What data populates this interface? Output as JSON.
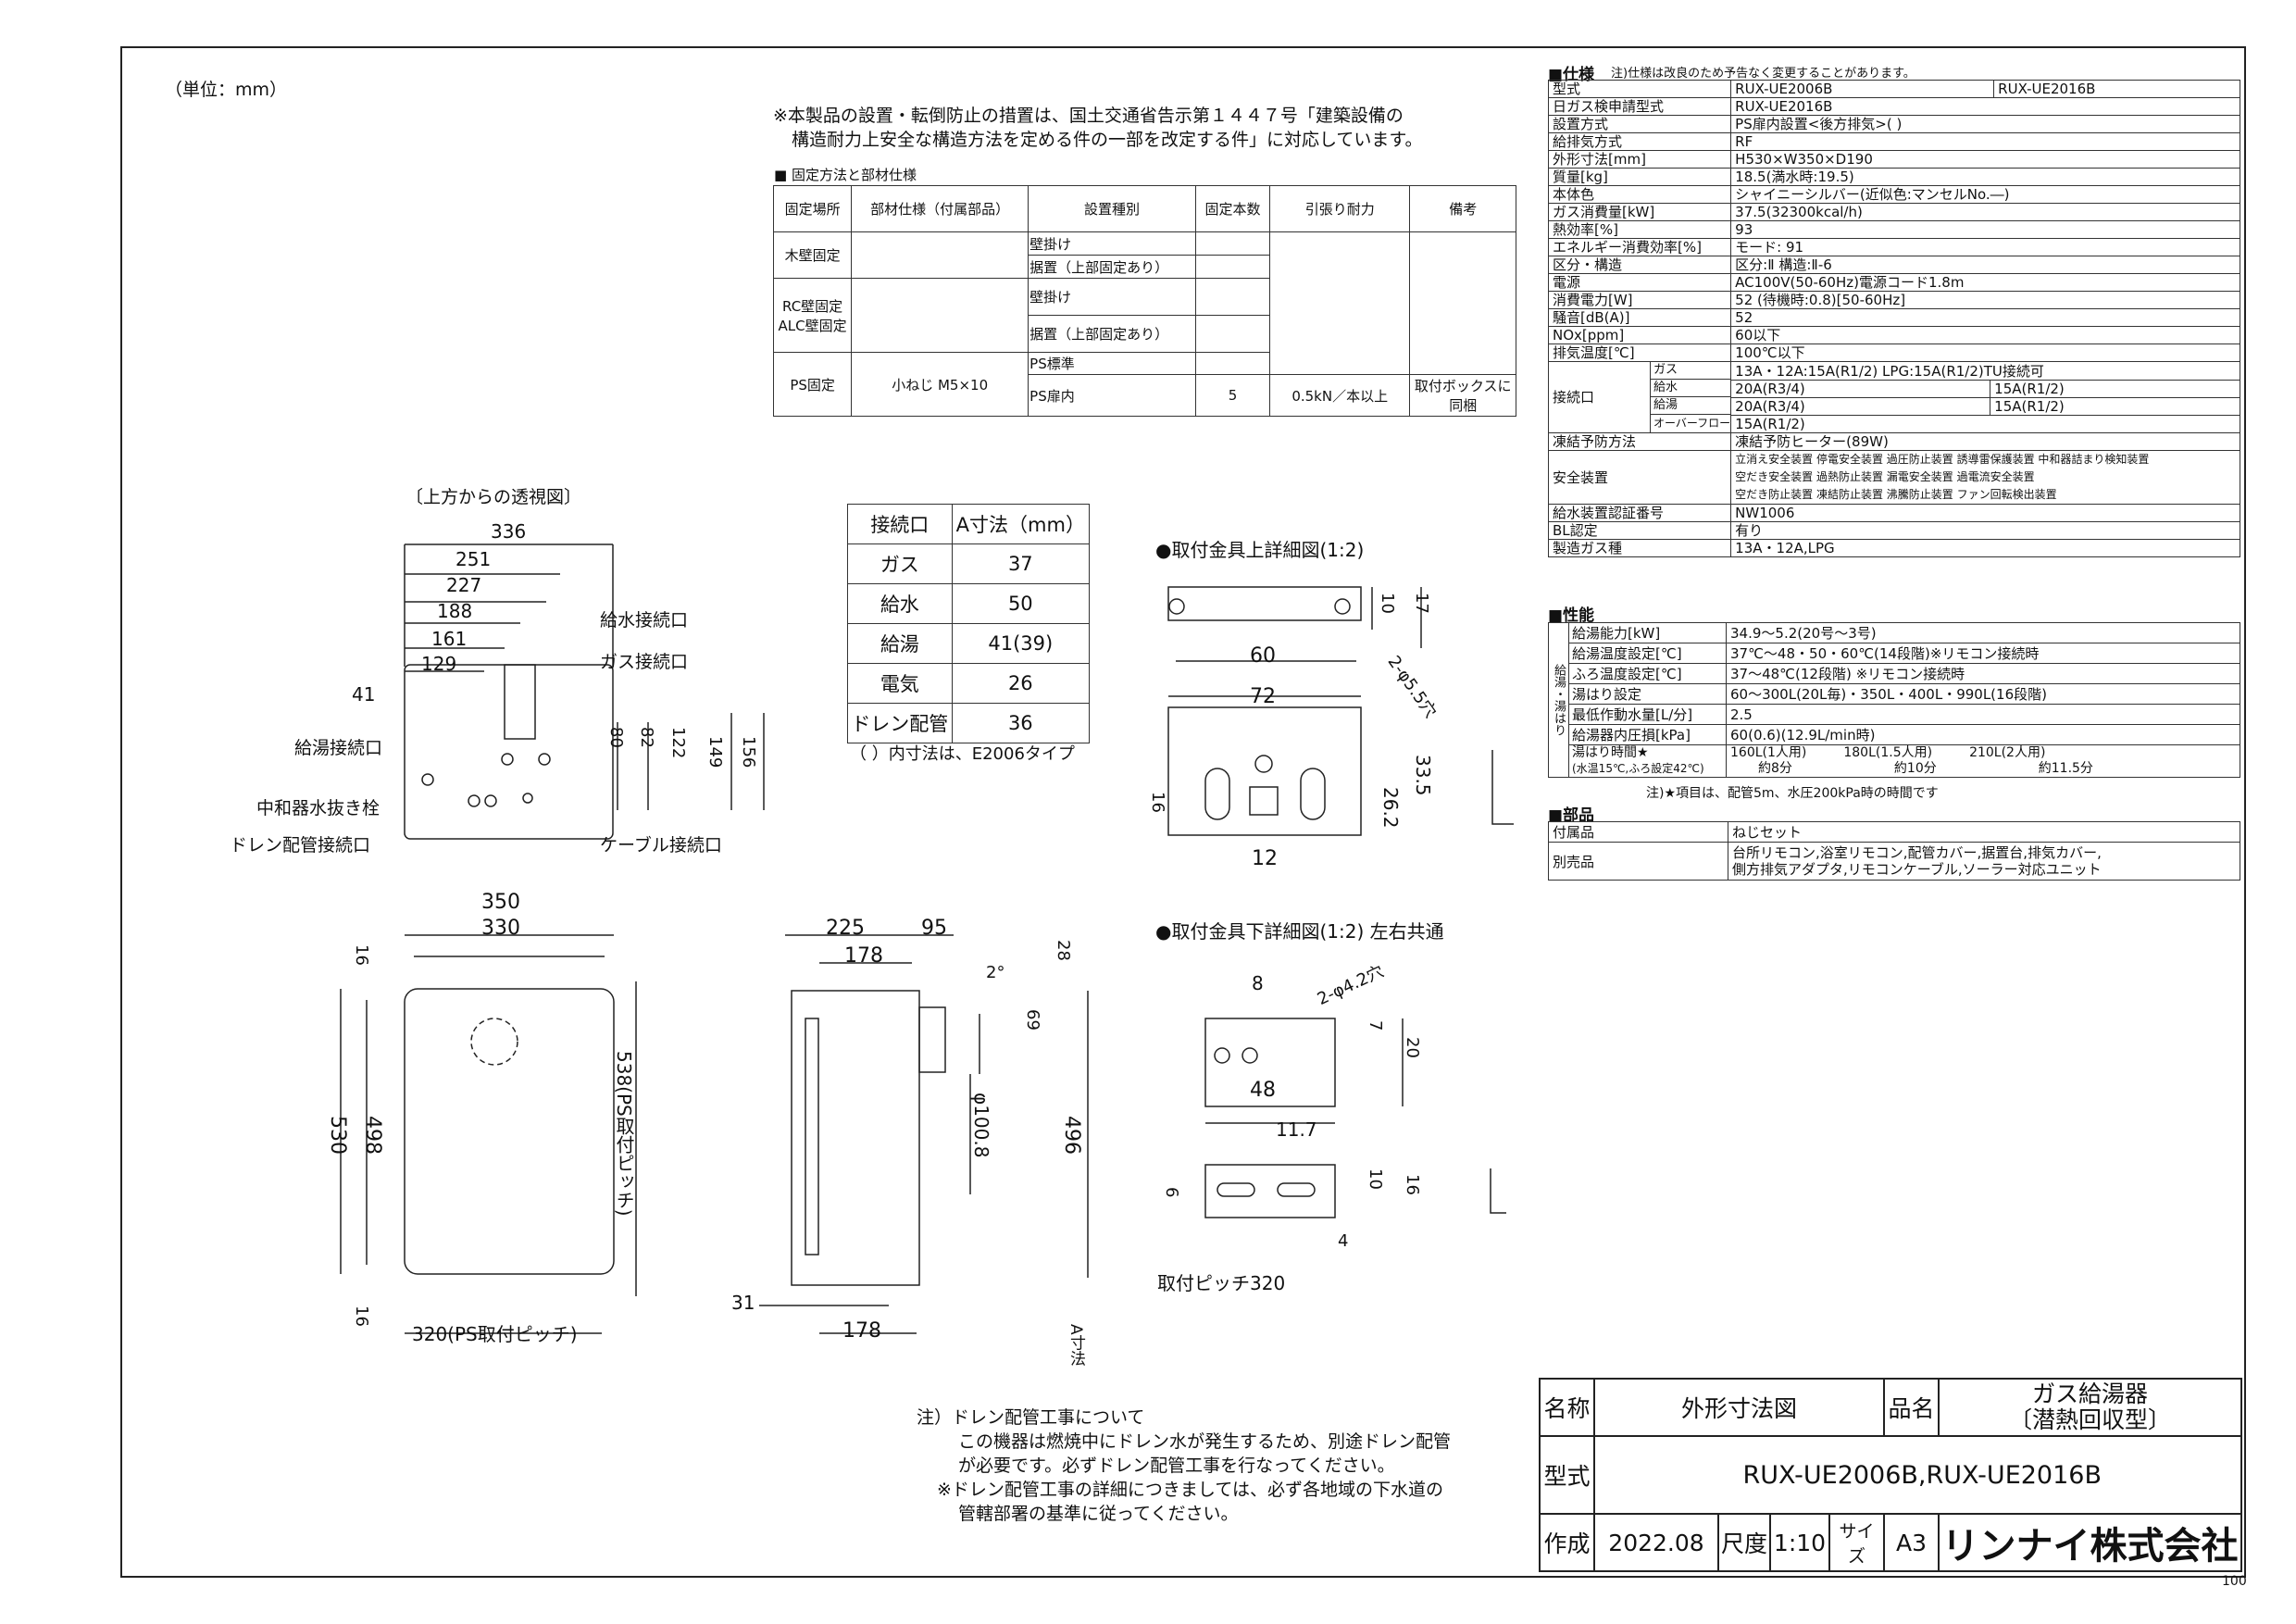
{
  "unit_note": "（単位：mm）",
  "install_note": "※本製品の設置・転倒防止の措置は、国土交通省告示第１４４７号「建築設備の構造耐力上安全な構造方法を定める件の一部を改定する件」に対応しています。",
  "install_note_lines": [
    "※本製品の設置・転倒防止の措置は、国土交通省告示第１４４７号「建築設備の",
    "構造耐力上安全な構造方法を定める件の一部を改定する件」に対応しています。"
  ],
  "fix_table": {
    "caption": "■ 固定方法と部材仕様",
    "headers": [
      "固定場所",
      "部材仕様（付属部品）",
      "設置種別",
      "固定本数",
      "引張り耐力",
      "備考"
    ],
    "rows": [
      {
        "place": "木壁固定",
        "types": [
          "壁掛け",
          "据置（上部固定あり）"
        ]
      },
      {
        "place": "RC壁固定 ALC壁固定",
        "types": [
          "壁掛け",
          "据置（上部固定あり）"
        ]
      },
      {
        "place": "PS固定",
        "material": "小ねじ M5×10",
        "types": [
          "PS標準",
          "PS扉内"
        ],
        "count": "5",
        "strength": "0.5kN／本以上",
        "note": "取付ボックスに同梱"
      }
    ]
  },
  "spec": {
    "title": "■仕様",
    "note": "注)仕様は改良のため予告なく変更することがあります。",
    "rows": [
      [
        "型式",
        "RUX-UE2006B",
        "RUX-UE2016B"
      ],
      [
        "日ガス検申請型式",
        "RUX-UE2016B"
      ],
      [
        "設置方式",
        "PS扉内設置<後方排気>( )"
      ],
      [
        "給排気方式",
        "RF"
      ],
      [
        "外形寸法[mm]",
        "H530×W350×D190"
      ],
      [
        "質量[kg]",
        "18.5(満水時:19.5)"
      ],
      [
        "本体色",
        "シャイニーシルバー(近似色:マンセルNo.―)"
      ],
      [
        "ガス消費量[kW]",
        "37.5(32300kcal/h)"
      ],
      [
        "熱効率[%]",
        "93"
      ],
      [
        "エネルギー消費効率[%]",
        "モード: 91"
      ],
      [
        "区分・構造",
        "区分:Ⅱ 構造:Ⅱ-6"
      ],
      [
        "電源",
        "AC100V(50-60Hz)電源コード1.8m"
      ],
      [
        "消費電力[W]",
        "52 (待機時:0.8)[50-60Hz]"
      ],
      [
        "騒音[dB(A)]",
        "52"
      ],
      [
        "NOx[ppm]",
        "60以下"
      ],
      [
        "排気温度[℃]",
        "100℃以下"
      ]
    ],
    "connect_label": "接続口",
    "connect": [
      [
        "ガス",
        "13A・12A:15A(R1/2) LPG:15A(R1/2)TU接続可"
      ],
      [
        "給水",
        "20A(R3/4)",
        "15A(R1/2)"
      ],
      [
        "給湯",
        "20A(R3/4)",
        "15A(R1/2)"
      ],
      [
        "オーバーフロー",
        "15A(R1/2)"
      ]
    ],
    "rows2": [
      [
        "凍結予防方法",
        "凍結予防ヒーター(89W)"
      ]
    ],
    "safety_label": "安全装置",
    "safety_lines": [
      "立消え安全装置 停電安全装置 過圧防止装置 誘導雷保護装置   中和器詰まり検知装置",
      "空だき安全装置 過熱防止装置 漏電安全装置 過電流安全装置",
      "空だき防止装置 凍結防止装置 沸騰防止装置 ファン回転検出装置"
    ],
    "rows3": [
      [
        "給水装置認証番号",
        "NW1006"
      ],
      [
        "BL認定",
        "有り"
      ],
      [
        "製造ガス種",
        "13A・12A,LPG"
      ]
    ]
  },
  "perf": {
    "title": "■性能",
    "side": "給湯・湯はり",
    "rows": [
      [
        "給湯能力[kW]",
        "34.9～5.2(20号～3号)"
      ],
      [
        "給湯温度設定[℃]",
        "37℃～48・50・60℃(14段階)※リモコン接続時"
      ],
      [
        "ふろ温度設定[℃]",
        "37～48℃(12段階)  ※リモコン接続時"
      ],
      [
        "湯はり設定",
        "60～300L(20L毎)・350L・400L・990L(16段階)"
      ],
      [
        "最低作動水量[L/分]",
        "2.5"
      ],
      [
        "給湯器内圧損[kPa]",
        "60(0.6)(12.9L/min時)"
      ]
    ],
    "time_label": "湯はり時間★",
    "time_sub": "(水温15℃,ふろ設定42℃)",
    "times": [
      [
        "160L(1人用)",
        "約8分"
      ],
      [
        "180L(1.5人用)",
        "約10分"
      ],
      [
        "210L(2人用)",
        "約11.5分"
      ]
    ],
    "footnote": "注)★項目は、配管5m、水圧200kPa時の時間です"
  },
  "parts": {
    "title": "■部品",
    "rows": [
      [
        "付属品",
        "ねじセット"
      ],
      [
        "別売品",
        "台所リモコン,浴室リモコン,配管カバー,据置台,排気カバー,",
        "側方排気アダプタ,リモコンケーブル,ソーラー対応ユニット"
      ]
    ]
  },
  "a_table": {
    "headers": [
      "接続口",
      "A寸法（mm）"
    ],
    "rows": [
      [
        "ガス",
        "37"
      ],
      [
        "給水",
        "50"
      ],
      [
        "給湯",
        "41(39)"
      ],
      [
        "電気",
        "26"
      ],
      [
        "ドレン配管",
        "36"
      ]
    ],
    "note": "（ ）内寸法は、E2006タイプ"
  },
  "top_view": {
    "title": "〔上方からの透視図〕",
    "dims": [
      "336",
      "251",
      "227",
      "188",
      "161",
      "129",
      "41",
      "80",
      "82",
      "122",
      "149",
      "156"
    ],
    "labels": [
      "給水接続口",
      "ガス接続口",
      "給湯接続口",
      "中和器水抜き栓",
      "ドレン配管接続口",
      "ケーブル接続口"
    ]
  },
  "front_view": {
    "dims": [
      "350",
      "330",
      "16",
      "530",
      "498",
      "538(PS取付ピッチ)",
      "16",
      "320(PS取付ピッチ)"
    ]
  },
  "side_view": {
    "dims": [
      "225",
      "95",
      "178",
      "28",
      "2°",
      "69",
      "φ100.8",
      "496",
      "31",
      "178",
      "A寸法"
    ]
  },
  "upper_bracket": {
    "title": "●取付金具上詳細図(1:2)",
    "dims": [
      "10",
      "17",
      "60",
      "2-φ5.5穴",
      "72",
      "16",
      "26.2",
      "33.5",
      "12"
    ]
  },
  "lower_bracket": {
    "title": "●取付金具下詳細図(1:2) 左右共通",
    "dims": [
      "8",
      "2-φ4.2穴",
      "7",
      "20",
      "48",
      "11.7",
      "6",
      "10",
      "16",
      "4",
      "取付ピッチ320"
    ]
  },
  "drain_note": [
    "注）ドレン配管工事について",
    "この機器は燃焼中にドレン水が発生するため、別途ドレン配管",
    "が必要です。必ずドレン配管工事を行なってください。",
    "※ドレン配管工事の詳細につきましては、必ず各地域の下水道の",
    "管轄部署の基準に従ってください。"
  ],
  "title_block": {
    "name_label": "名称",
    "name": "外形寸法図",
    "product_label": "品名",
    "product": [
      "ガス給湯器",
      "〔潜熱回収型〕"
    ],
    "model_label": "型式",
    "model": "RUX-UE2006B,RUX-UE2016B",
    "made_label": "作成",
    "date": "2022.08",
    "scale_label": "尺度",
    "scale": "1:10",
    "size_label": "サイズ",
    "size": "A3",
    "company": "リンナイ株式会社"
  },
  "page_no": "100"
}
